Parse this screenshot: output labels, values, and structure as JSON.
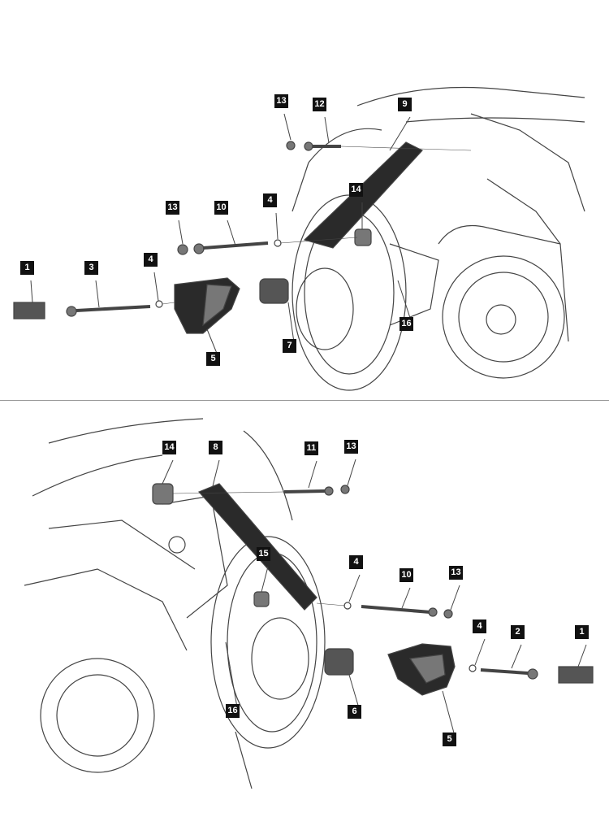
{
  "top_view": {
    "callouts": [
      "13",
      "12",
      "9",
      "14",
      "10",
      "13",
      "4",
      "1",
      "3",
      "4",
      "5",
      "7",
      "16"
    ]
  },
  "bottom_view": {
    "callouts": [
      "14",
      "8",
      "11",
      "13",
      "15",
      "4",
      "10",
      "13",
      "4",
      "2",
      "1",
      "6",
      "16",
      "5"
    ]
  },
  "colors": {
    "line": "#333333",
    "part_dark": "#2a2a2a",
    "part_mid": "#6a6a6a",
    "label_bg": "#111111"
  }
}
